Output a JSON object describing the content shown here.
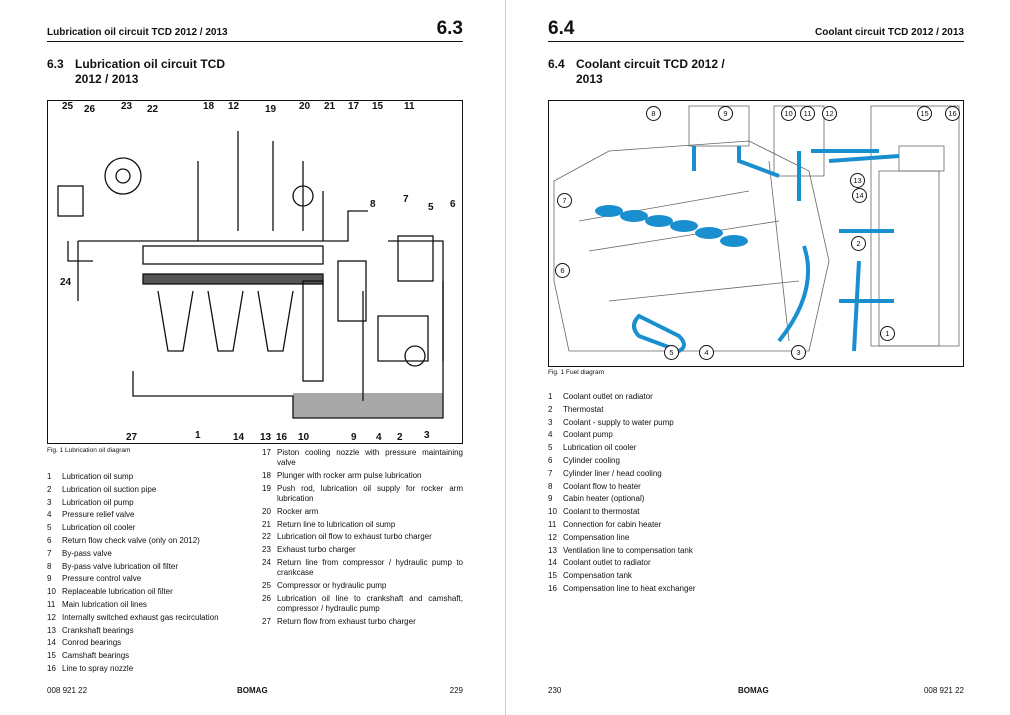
{
  "left": {
    "header_title": "Lubrication oil circuit TCD 2012 / 2013",
    "section_number": "6.3",
    "title_number": "6.3",
    "title_line1": "Lubrication oil circuit  TCD",
    "title_line2": "2012 / 2013",
    "figure_caption": "Fig. 1 Lubrication oil diagram",
    "callouts_top": [
      "25",
      "26",
      "23",
      "22",
      "18",
      "12",
      "19",
      "20",
      "21",
      "17",
      "15",
      "11"
    ],
    "callouts_side": [
      "8",
      "7",
      "5",
      "6",
      "24"
    ],
    "callouts_bottom": [
      "27",
      "1",
      "14",
      "13",
      "16",
      "10",
      "9",
      "4",
      "2",
      "3"
    ],
    "legend": [
      {
        "n": "1",
        "t": "Lubrication oil sump"
      },
      {
        "n": "2",
        "t": "Lubrication oil suction pipe"
      },
      {
        "n": "3",
        "t": "Lubrication oil pump"
      },
      {
        "n": "4",
        "t": "Pressure relief valve"
      },
      {
        "n": "5",
        "t": "Lubrication oil cooler"
      },
      {
        "n": "6",
        "t": "Return flow check valve (only on 2012)"
      },
      {
        "n": "7",
        "t": "By-pass valve"
      },
      {
        "n": "8",
        "t": "By-pass valve lubrication oil filter"
      },
      {
        "n": "9",
        "t": "Pressure control valve"
      },
      {
        "n": "10",
        "t": "Replaceable lubrication oil filter"
      },
      {
        "n": "11",
        "t": "Main lubrication oil lines"
      },
      {
        "n": "12",
        "t": "Internally switched exhaust gas recirculation"
      },
      {
        "n": "13",
        "t": "Crankshaft bearings"
      },
      {
        "n": "14",
        "t": "Conrod bearings"
      },
      {
        "n": "15",
        "t": "Camshaft bearings"
      },
      {
        "n": "16",
        "t": "Line to spray nozzle"
      }
    ],
    "legend2": [
      {
        "n": "17",
        "t": "Piston cooling nozzle with pressure maintaining valve"
      },
      {
        "n": "18",
        "t": "Plunger with rocker arm pulse lubrication"
      },
      {
        "n": "19",
        "t": "Push rod, lubrication oil supply for rocker arm lubrication"
      },
      {
        "n": "20",
        "t": "Rocker arm"
      },
      {
        "n": "21",
        "t": "Return line to lubrication oil sump"
      },
      {
        "n": "22",
        "t": "Lubrication oil flow to exhaust turbo charger"
      },
      {
        "n": "23",
        "t": "Exhaust turbo charger"
      },
      {
        "n": "24",
        "t": "Return line from compressor / hydraulic pump to crankcase"
      },
      {
        "n": "25",
        "t": "Compressor or hydraulic pump"
      },
      {
        "n": "26",
        "t": "Lubrication oil line to crankshaft and camshaft, compressor / hydraulic pump"
      },
      {
        "n": "27",
        "t": "Return flow from exhaust turbo charger"
      }
    ],
    "footer_code": "008 921 22",
    "footer_brand": "BOMAG",
    "footer_page": "229"
  },
  "right": {
    "header_title": "Coolant circuit TCD 2012 / 2013",
    "section_number": "6.4",
    "title_number": "6.4",
    "title_line1": "Coolant circuit TCD 2012 /",
    "title_line2": "2013",
    "figure_caption": "Fig. 1 Fuel diagram",
    "callouts": [
      "8",
      "9",
      "10",
      "11",
      "12",
      "15",
      "16",
      "7",
      "13",
      "14",
      "2",
      "6",
      "5",
      "4",
      "3",
      "1"
    ],
    "legend": [
      {
        "n": "1",
        "t": "Coolant outlet on radiator"
      },
      {
        "n": "2",
        "t": "Thermostat"
      },
      {
        "n": "3",
        "t": "Coolant - supply to water pump"
      },
      {
        "n": "4",
        "t": "Coolant pump"
      },
      {
        "n": "5",
        "t": "Lubrication oil cooler"
      },
      {
        "n": "6",
        "t": "Cylinder cooling"
      },
      {
        "n": "7",
        "t": "Cylinder liner / head cooling"
      },
      {
        "n": "8",
        "t": "Coolant flow to heater"
      },
      {
        "n": "9",
        "t": "Cabin heater (optional)"
      },
      {
        "n": "10",
        "t": "Coolant to thermostat"
      },
      {
        "n": "11",
        "t": "Connection for cabin heater"
      },
      {
        "n": "12",
        "t": "Compensation line"
      },
      {
        "n": "13",
        "t": "Ventilation line to compensation tank"
      },
      {
        "n": "14",
        "t": "Coolant outlet to radiator"
      },
      {
        "n": "15",
        "t": "Compensation tank"
      },
      {
        "n": "16",
        "t": "Compensation line to heat exchanger"
      }
    ],
    "footer_page": "230",
    "footer_brand": "BOMAG",
    "footer_code": "008 921 22"
  },
  "colors": {
    "coolant_flow": "#1a8fd0",
    "oil_sump": "#a8a8a8"
  }
}
